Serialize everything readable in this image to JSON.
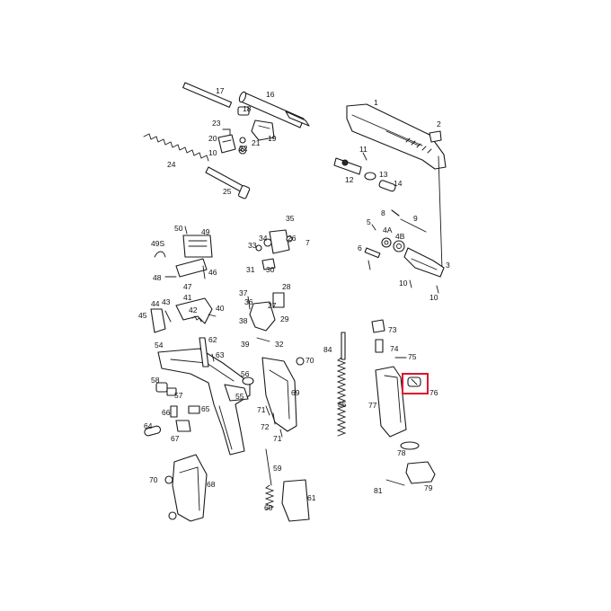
{
  "diagram": {
    "labels": [
      {
        "text": "17"
      },
      {
        "text": "16"
      },
      {
        "text": "18"
      },
      {
        "text": "23"
      },
      {
        "text": "19"
      },
      {
        "text": "20"
      },
      {
        "text": "21"
      },
      {
        "text": "22"
      },
      {
        "text": "10"
      },
      {
        "text": "24"
      },
      {
        "text": "25"
      },
      {
        "text": "1"
      },
      {
        "text": "2"
      },
      {
        "text": "11"
      },
      {
        "text": "12"
      },
      {
        "text": "13"
      },
      {
        "text": "14"
      },
      {
        "text": "3"
      },
      {
        "text": "8"
      },
      {
        "text": "9"
      },
      {
        "text": "5"
      },
      {
        "text": "4A"
      },
      {
        "text": "4B"
      },
      {
        "text": "6"
      },
      {
        "text": "10"
      },
      {
        "text": "10"
      },
      {
        "text": "50"
      },
      {
        "text": "49"
      },
      {
        "text": "49S"
      },
      {
        "text": "48"
      },
      {
        "text": "46"
      },
      {
        "text": "47"
      },
      {
        "text": "35"
      },
      {
        "text": "33"
      },
      {
        "text": "34"
      },
      {
        "text": "26"
      },
      {
        "text": "7"
      },
      {
        "text": "31"
      },
      {
        "text": "30"
      },
      {
        "text": "44"
      },
      {
        "text": "43"
      },
      {
        "text": "41"
      },
      {
        "text": "45"
      },
      {
        "text": "42"
      },
      {
        "text": "40"
      },
      {
        "text": "37"
      },
      {
        "text": "36"
      },
      {
        "text": "28"
      },
      {
        "text": "27"
      },
      {
        "text": "38"
      },
      {
        "text": "29"
      },
      {
        "text": "39"
      },
      {
        "text": "32"
      },
      {
        "text": "54"
      },
      {
        "text": "62"
      },
      {
        "text": "63"
      },
      {
        "text": "58"
      },
      {
        "text": "57"
      },
      {
        "text": "56"
      },
      {
        "text": "55"
      },
      {
        "text": "66"
      },
      {
        "text": "65"
      },
      {
        "text": "67"
      },
      {
        "text": "64"
      },
      {
        "text": "70"
      },
      {
        "text": "69"
      },
      {
        "text": "71"
      },
      {
        "text": "72"
      },
      {
        "text": "71"
      },
      {
        "text": "84"
      },
      {
        "text": "85"
      },
      {
        "text": "73"
      },
      {
        "text": "74"
      },
      {
        "text": "75"
      },
      {
        "text": "77"
      },
      {
        "text": "76"
      },
      {
        "text": "78"
      },
      {
        "text": "81"
      },
      {
        "text": "79"
      },
      {
        "text": "70"
      },
      {
        "text": "68"
      },
      {
        "text": "59"
      },
      {
        "text": "60"
      },
      {
        "text": "61"
      }
    ],
    "highlight_color": "#e0112b"
  }
}
